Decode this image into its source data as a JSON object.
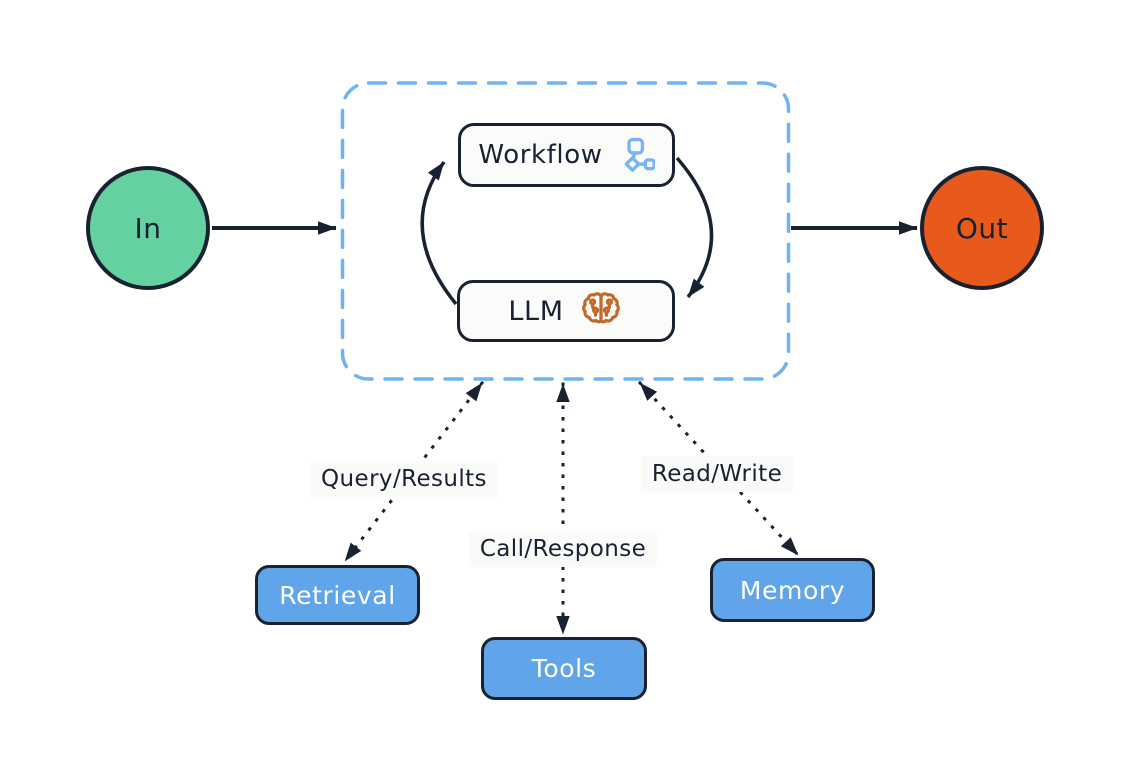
{
  "diagram": {
    "nodes": {
      "input": {
        "label": "In"
      },
      "output": {
        "label": "Out"
      },
      "workflow": {
        "label": "Workflow",
        "icon": "workflow-graph-icon"
      },
      "llm": {
        "label": "LLM",
        "icon": "brain-icon"
      },
      "retrieval": {
        "label": "Retrieval"
      },
      "tools": {
        "label": "Tools"
      },
      "memory": {
        "label": "Memory"
      }
    },
    "edge_labels": {
      "retrieval": "Query/Results",
      "tools": "Call/Response",
      "memory": "Read/Write"
    },
    "colors": {
      "stroke_dark": "#182230",
      "input_fill": "#65d1a1",
      "output_fill": "#e8591c",
      "sub_node_fill": "#60a5ea",
      "container_dash": "#6fb3f2",
      "workflow_icon": "#77b5f5",
      "brain_icon": "#c0692a",
      "node_fill": "#fbfbfa",
      "label_bg": "#fafaf9",
      "page_bg": "#ffffff"
    }
  }
}
